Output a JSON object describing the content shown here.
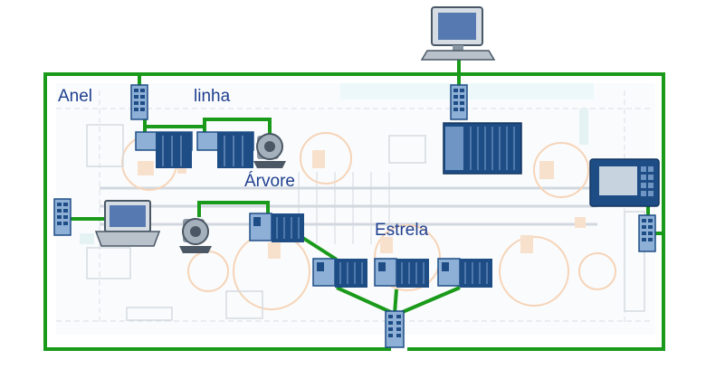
{
  "labels": {
    "ring": "Anel",
    "line": "linha",
    "tree": "Árvore",
    "star": "Estrela"
  },
  "colors": {
    "network_link": "#1a9a1a",
    "device_body": "#1e4d86",
    "device_light": "#6f95c4",
    "label_text": "#1f3f8f",
    "background_plant_orange": "#f3c9a4",
    "background_plant_gray": "#c9d4de"
  },
  "icons": [
    "pc-monitor-icon",
    "network-switch-icon",
    "plc-rack-icon",
    "motor-icon",
    "laptop-icon",
    "hmi-panel-icon",
    "io-module-icon"
  ]
}
